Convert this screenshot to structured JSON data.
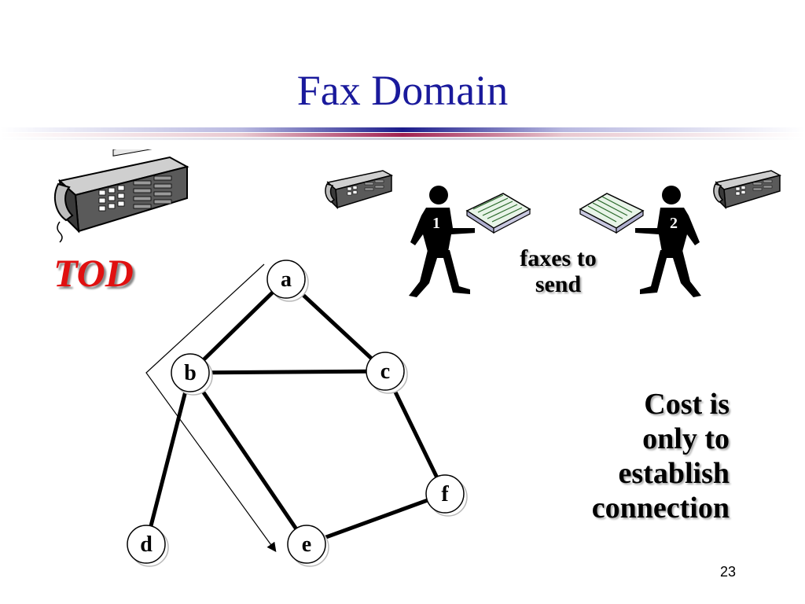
{
  "slide": {
    "title": "Fax Domain",
    "page_number": "23"
  },
  "labels": {
    "tod": "TOD",
    "faxes_caption_line1": "faxes to",
    "faxes_caption_line2": "send",
    "cost_line1": "Cost is",
    "cost_line2": "only to",
    "cost_line3": "establish",
    "cost_line4": "connection"
  },
  "people": {
    "person1_number": "1",
    "person2_number": "2"
  },
  "graph": {
    "nodes": [
      "a",
      "b",
      "c",
      "d",
      "e",
      "f"
    ],
    "edges": [
      [
        "a",
        "b"
      ],
      [
        "a",
        "c"
      ],
      [
        "b",
        "c"
      ],
      [
        "b",
        "d"
      ],
      [
        "b",
        "e"
      ],
      [
        "c",
        "f"
      ],
      [
        "f",
        "e"
      ]
    ]
  },
  "colors": {
    "title": "#1a1a9c",
    "tod": "#e01010",
    "rule_center": "#20208a",
    "rule_accent": "#b03060"
  },
  "icons": [
    "fax-machine-icon",
    "person-icon",
    "paper-stack-icon"
  ]
}
